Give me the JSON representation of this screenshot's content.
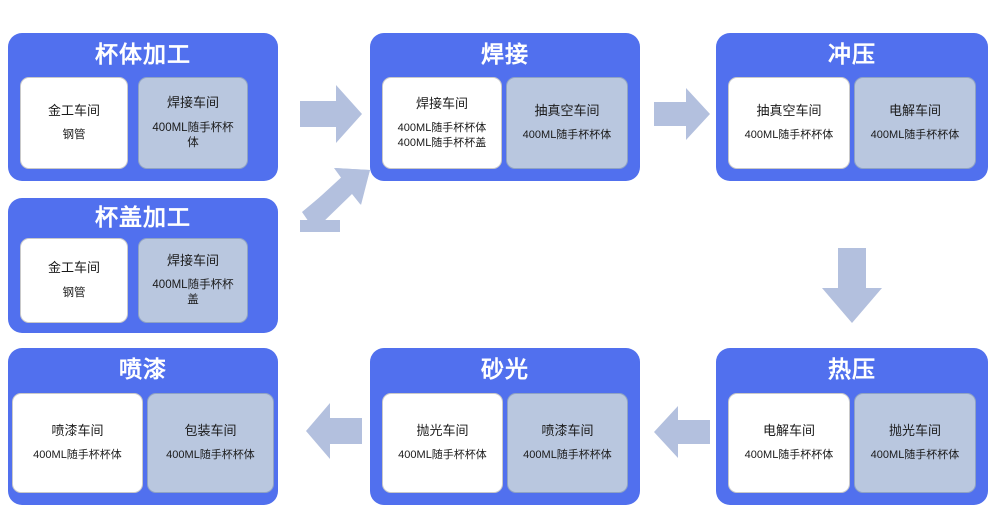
{
  "diagram": {
    "title_color": "#5170EE",
    "accent_color": "#5170EE",
    "card_grey_color": "#B9C7DF",
    "arrow_color": "#B3C0DE",
    "stages": [
      {
        "id": "cup-body-processing",
        "name": "杯体加工",
        "cards": [
          {
            "tone": "white",
            "title": "金工车间",
            "lines": [
              "钢管"
            ]
          },
          {
            "tone": "grey",
            "title": "焊接车间",
            "lines": [
              "400ML随手杯杯",
              "体"
            ]
          }
        ]
      },
      {
        "id": "welding",
        "name": "焊接",
        "cards": [
          {
            "tone": "white",
            "title": "焊接车间",
            "lines": [
              "400ML随手杯杯体",
              "400ML随手杯杯盖"
            ]
          },
          {
            "tone": "grey",
            "title": "抽真空车间",
            "lines": [
              "400ML随手杯杯体"
            ]
          }
        ]
      },
      {
        "id": "stamping",
        "name": "冲压",
        "cards": [
          {
            "tone": "white",
            "title": "抽真空车间",
            "lines": [
              "400ML随手杯杯体"
            ]
          },
          {
            "tone": "grey",
            "title": "电解车间",
            "lines": [
              "400ML随手杯杯体"
            ]
          }
        ]
      },
      {
        "id": "cup-lid-processing",
        "name": "杯盖加工",
        "cards": [
          {
            "tone": "white",
            "title": "金工车间",
            "lines": [
              "钢管"
            ]
          },
          {
            "tone": "grey",
            "title": "焊接车间",
            "lines": [
              "400ML随手杯杯",
              "盖"
            ]
          }
        ]
      },
      {
        "id": "spray-painting",
        "name": "喷漆",
        "cards": [
          {
            "tone": "white",
            "title": "喷漆车间",
            "lines": [
              "400ML随手杯杯体"
            ]
          },
          {
            "tone": "grey",
            "title": "包装车间",
            "lines": [
              "400ML随手杯杯体"
            ]
          }
        ]
      },
      {
        "id": "sanding",
        "name": "砂光",
        "cards": [
          {
            "tone": "white",
            "title": "抛光车间",
            "lines": [
              "400ML随手杯杯体"
            ]
          },
          {
            "tone": "grey",
            "title": "喷漆车间",
            "lines": [
              "400ML随手杯杯体"
            ]
          }
        ]
      },
      {
        "id": "hot-pressing",
        "name": "热压",
        "cards": [
          {
            "tone": "white",
            "title": "电解车间",
            "lines": [
              "400ML随手杯杯体"
            ]
          },
          {
            "tone": "grey",
            "title": "抛光车间",
            "lines": [
              "400ML随手杯杯体"
            ]
          }
        ]
      }
    ],
    "arrows": [
      {
        "id": "cup-body-to-welding",
        "direction": "right"
      },
      {
        "id": "cup-lid-to-welding",
        "direction": "up-right"
      },
      {
        "id": "welding-to-stamping",
        "direction": "right"
      },
      {
        "id": "stamping-to-hot-press",
        "direction": "down"
      },
      {
        "id": "hot-press-to-sanding",
        "direction": "left"
      },
      {
        "id": "sanding-to-spray",
        "direction": "left"
      }
    ]
  }
}
